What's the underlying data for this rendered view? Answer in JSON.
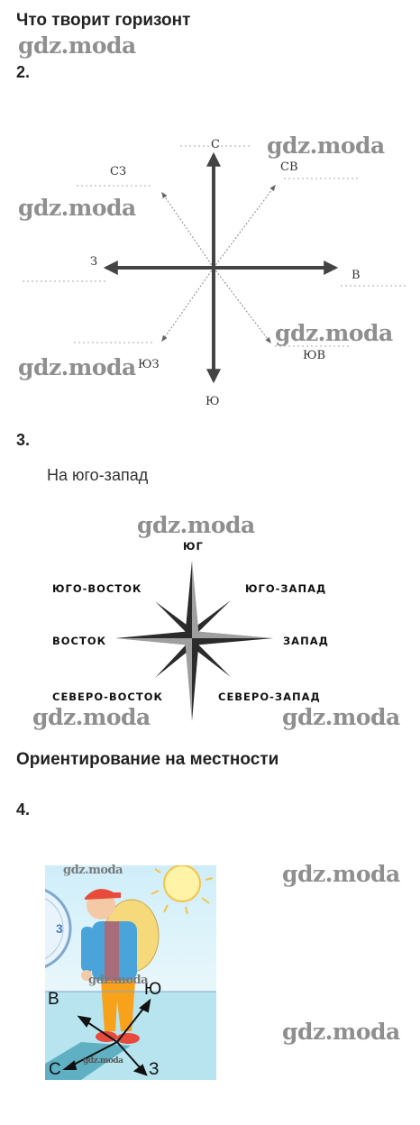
{
  "section1": {
    "title": "Что творит горизонт",
    "watermark": "gdz.moda"
  },
  "task2": {
    "number": "2.",
    "labels": {
      "n": "С",
      "ne": "СВ",
      "nw": "СЗ",
      "w": "З",
      "e": "В",
      "s": "Ю",
      "se": "ЮВ",
      "sw": "ЮЗ"
    },
    "watermark": "gdz.moda"
  },
  "task3": {
    "number": "3.",
    "answer": "На юго-запад",
    "labels": {
      "top": "ЮГ",
      "upper_left": "ЮГО-ВОСТОК",
      "upper_right": "ЮГО-ЗАПАД",
      "left": "ВОСТОК",
      "right": "ЗАПАД",
      "lower_left": "СЕВЕРО-ВОСТОК",
      "lower_right": "СЕВЕРО-ЗАПАД"
    },
    "watermark": "gdz.moda"
  },
  "section2": {
    "title": "Ориентирование на местности"
  },
  "task4": {
    "number": "4.",
    "labels": {
      "west": "В",
      "east": "Ю",
      "south": "С",
      "north": "З"
    },
    "clock_digit": "3",
    "watermark": "gdz.moda"
  },
  "colors": {
    "text": "#222222",
    "watermark": "#8f8f8f",
    "arrow": "#444444",
    "star": "#2b2b2b"
  }
}
